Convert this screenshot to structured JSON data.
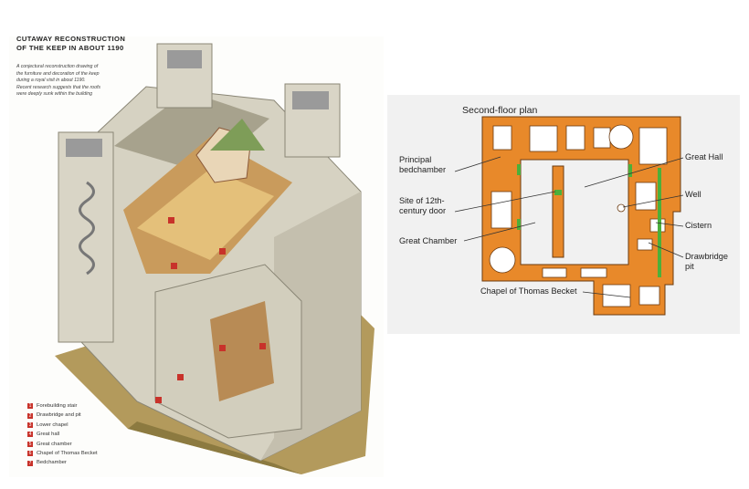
{
  "cutaway": {
    "title_line1": "CUTAWAY RECONSTRUCTION",
    "title_line2": "OF THE KEEP IN ABOUT 1190",
    "note": "A conjectural reconstruction drawing of the furniture and decoration of the keep during a royal visit in about 1190. Recent research suggests that the roofs were deeply sunk within the building",
    "legend": [
      {
        "num": "1",
        "label": "Forebuilding stair"
      },
      {
        "num": "2",
        "label": "Drawbridge and pit"
      },
      {
        "num": "3",
        "label": "Lower chapel"
      },
      {
        "num": "4",
        "label": "Great hall"
      },
      {
        "num": "5",
        "label": "Great chamber"
      },
      {
        "num": "6",
        "label": "Chapel of Thomas Becket"
      },
      {
        "num": "7",
        "label": "Bedchamber"
      }
    ]
  },
  "plan": {
    "title": "Second-floor plan",
    "labels": {
      "principal_bedchamber_1": "Principal",
      "principal_bedchamber_2": "bedchamber",
      "door_1": "Site of 12th-",
      "door_2": "century door",
      "great_chamber": "Great Chamber",
      "great_hall": "Great Hall",
      "well": "Well",
      "cistern": "Cistern",
      "drawbridge_1": "Drawbridge",
      "drawbridge_2": "pit",
      "chapel": "Chapel of Thomas Becket"
    },
    "colors": {
      "wall": "#e8892a",
      "wall_edge": "#6b3a10",
      "door": "#4caf3a"
    }
  }
}
